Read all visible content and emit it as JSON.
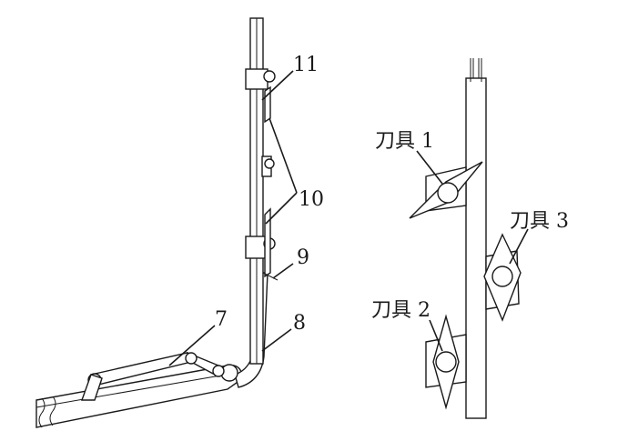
{
  "callouts": {
    "c11": "11",
    "c10": "10",
    "c9": "9",
    "c7": "7",
    "c8": "8"
  },
  "tools": {
    "tool1": "刀具 1",
    "tool2": "刀具 2",
    "tool3": "刀具 3"
  }
}
